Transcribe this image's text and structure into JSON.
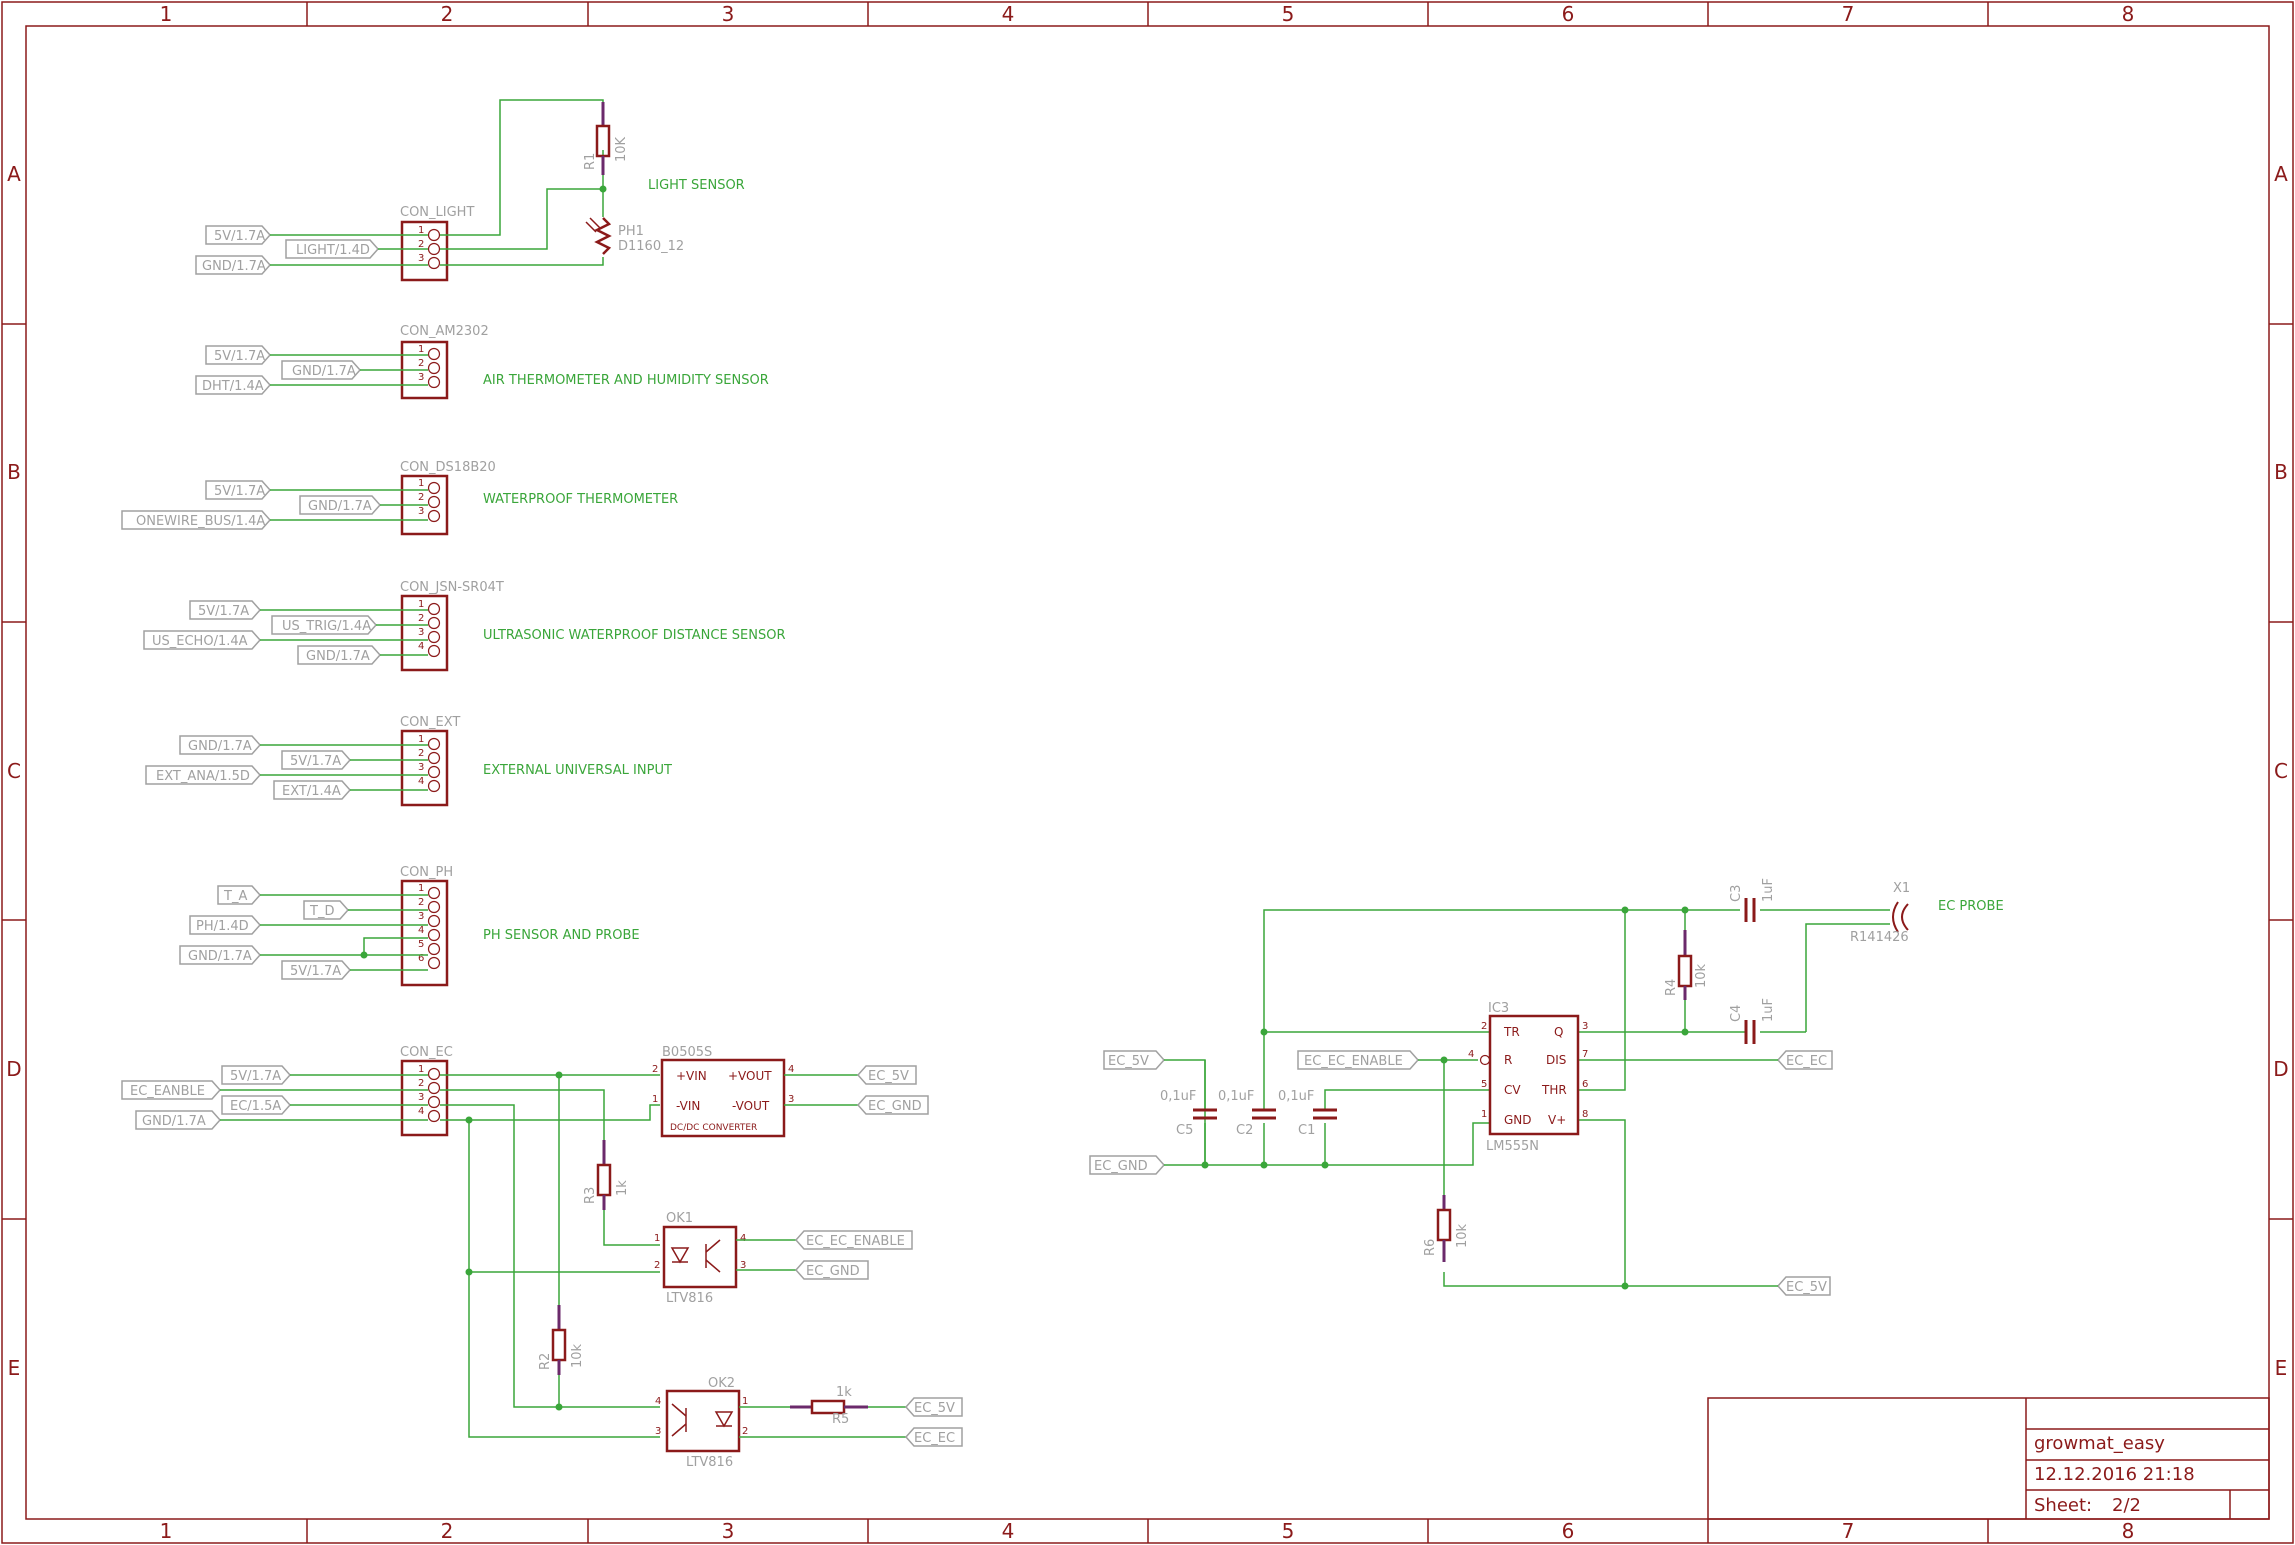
{
  "frame": {
    "columns": [
      "1",
      "2",
      "3",
      "4",
      "5",
      "6",
      "7",
      "8"
    ],
    "rows": [
      "A",
      "B",
      "C",
      "D",
      "E"
    ]
  },
  "colors": {
    "frame": "#8b1a1a",
    "wire": "#3aa63a",
    "label": "#3aa63a",
    "ref": "#a0a0a0",
    "body": "#8b1a1a"
  },
  "title_block": {
    "name": "growmat_easy",
    "date": "12.12.2016 21:18",
    "sheet_label": "Sheet:",
    "sheet_value": "2/2"
  },
  "connectors": [
    {
      "name": "CON_LIGHT",
      "pins": [
        "1",
        "2",
        "3"
      ]
    },
    {
      "name": "CON_AM2302",
      "pins": [
        "1",
        "2",
        "3"
      ]
    },
    {
      "name": "CON_DS18B20",
      "pins": [
        "1",
        "2",
        "3"
      ]
    },
    {
      "name": "CON_JSN-SR04T",
      "pins": [
        "1",
        "2",
        "3",
        "4"
      ]
    },
    {
      "name": "CON_EXT",
      "pins": [
        "1",
        "2",
        "3",
        "4"
      ]
    },
    {
      "name": "CON_PH",
      "pins": [
        "1",
        "2",
        "3",
        "4",
        "5",
        "6"
      ]
    },
    {
      "name": "CON_EC",
      "pins": [
        "1",
        "2",
        "3",
        "4"
      ]
    }
  ],
  "captions": {
    "light": "LIGHT SENSOR",
    "am2302": "AIR THERMOMETER AND HUMIDITY SENSOR",
    "ds18b20": "WATERPROOF THERMOMETER",
    "jsn": "ULTRASONIC WATERPROOF DISTANCE SENSOR",
    "ext": "EXTERNAL UNIVERSAL INPUT",
    "ph": "PH SENSOR AND PROBE",
    "ec_probe": "EC PROBE"
  },
  "nets": [
    {
      "group": "light",
      "labels": [
        "5V/1.7A",
        "LIGHT/1.4D",
        "GND/1.7A"
      ]
    },
    {
      "group": "am2302",
      "labels": [
        "5V/1.7A",
        "GND/1.7A",
        "DHT/1.4A"
      ]
    },
    {
      "group": "ds18b20",
      "labels": [
        "5V/1.7A",
        "GND/1.7A",
        "ONEWIRE_BUS/1.4A"
      ]
    },
    {
      "group": "jsn",
      "labels": [
        "5V/1.7A",
        "US_TRIG/1.4A",
        "US_ECHO/1.4A",
        "GND/1.7A"
      ]
    },
    {
      "group": "ext",
      "labels": [
        "GND/1.7A",
        "5V/1.7A",
        "EXT_ANA/1.5D",
        "EXT/1.4A"
      ]
    },
    {
      "group": "ph",
      "labels": [
        "T_A",
        "T_D",
        "PH/1.4D",
        "GND/1.7A",
        "5V/1.7A"
      ]
    },
    {
      "group": "ec",
      "labels": [
        "5V/1.7A",
        "EC_EANBLE",
        "EC/1.5A",
        "GND/1.7A"
      ]
    },
    {
      "group": "converter",
      "labels": [
        "EC_5V",
        "EC_GND"
      ]
    },
    {
      "group": "ok1",
      "labels": [
        "EC_EC_ENABLE",
        "EC_GND"
      ]
    },
    {
      "group": "ok2",
      "labels": [
        "EC_5V",
        "EC_EC"
      ]
    },
    {
      "group": "lm555",
      "labels": [
        "EC_5V",
        "EC_GND",
        "EC_EC_ENABLE",
        "EC_EC",
        "EC_5V"
      ]
    }
  ],
  "components": {
    "r1": {
      "ref": "R1",
      "value": "10K"
    },
    "ph1": {
      "ref": "PH1",
      "value": "D1160_12"
    },
    "r3": {
      "ref": "R3",
      "value": "1k"
    },
    "r2": {
      "ref": "R2",
      "value": "10k"
    },
    "r5": {
      "ref": "R5",
      "value": "1k"
    },
    "r4": {
      "ref": "R4",
      "value": "10k"
    },
    "r6": {
      "ref": "R6",
      "value": "10k"
    },
    "c1": {
      "ref": "C1",
      "value": "0,1uF"
    },
    "c2": {
      "ref": "C2",
      "value": "0,1uF"
    },
    "c5": {
      "ref": "C5",
      "value": "0,1uF"
    },
    "c3": {
      "ref": "C3",
      "value": "1uF"
    },
    "c4": {
      "ref": "C4",
      "value": "1uF"
    },
    "x1": {
      "ref": "X1",
      "value": "R141426"
    },
    "converter": {
      "ref": "B0505S",
      "caption": "DC/DC CONVERTER",
      "pins": [
        "+VIN",
        "-VIN",
        "+VOUT",
        "-VOUT"
      ],
      "pin_numbers": [
        "2",
        "1",
        "4",
        "3"
      ]
    },
    "ok1": {
      "ref": "OK1",
      "value": "LTV816",
      "pin_numbers": [
        "1",
        "2",
        "4",
        "3"
      ]
    },
    "ok2": {
      "ref": "OK2",
      "value": "LTV816",
      "pin_numbers": [
        "4",
        "3",
        "1",
        "2"
      ]
    },
    "ic3": {
      "ref": "IC3",
      "value": "LM555N",
      "pins_left": [
        "TR",
        "R",
        "CV",
        "GND"
      ],
      "pins_left_numbers": [
        "2",
        "4",
        "5",
        "1"
      ],
      "pins_right": [
        "Q",
        "DIS",
        "THR",
        "V+"
      ],
      "pins_right_numbers": [
        "3",
        "7",
        "6",
        "8"
      ]
    }
  }
}
